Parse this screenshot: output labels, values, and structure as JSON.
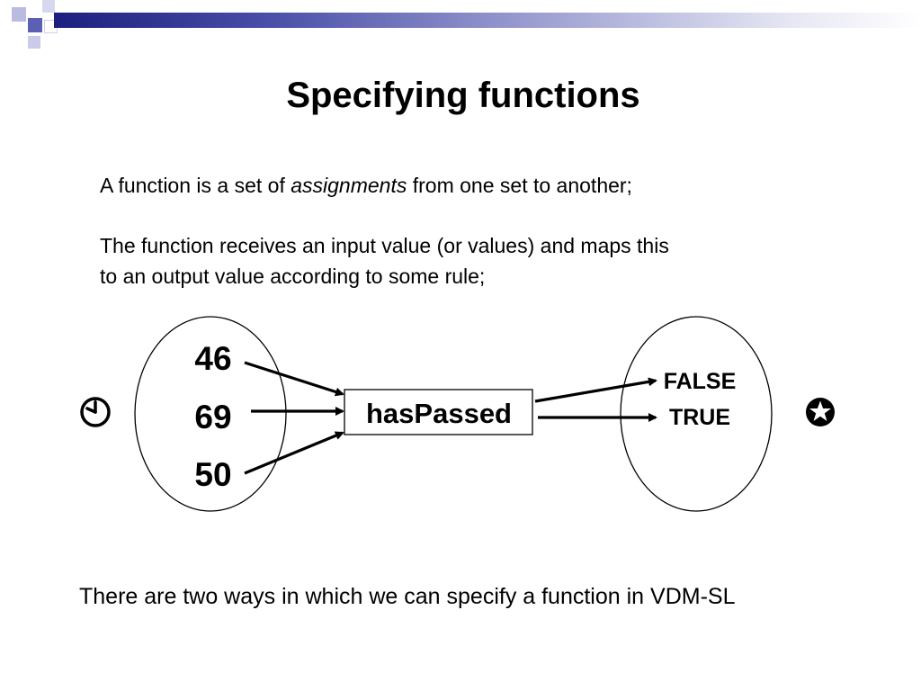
{
  "slide": {
    "title": "Specifying functions",
    "paragraph1": {
      "before": "A function is a set of ",
      "emphasis": "assignments",
      "after": " from one set to another;"
    },
    "paragraph2_line1": "The function receives an input value (or values) and maps this",
    "paragraph2_line2": "to an output value according to some rule;",
    "footer": "There are two ways in which we can specify a function in VDM-SL"
  },
  "diagram": {
    "inputs": [
      "46",
      "69",
      "50"
    ],
    "function_name": "hasPassed",
    "outputs": [
      "FALSE",
      "TRUE"
    ],
    "left_symbol": "clock-icon",
    "right_symbol": "star-icon"
  },
  "colors": {
    "accent_dark": "#1c1f7e",
    "accent_light": "#9a9dd0"
  }
}
